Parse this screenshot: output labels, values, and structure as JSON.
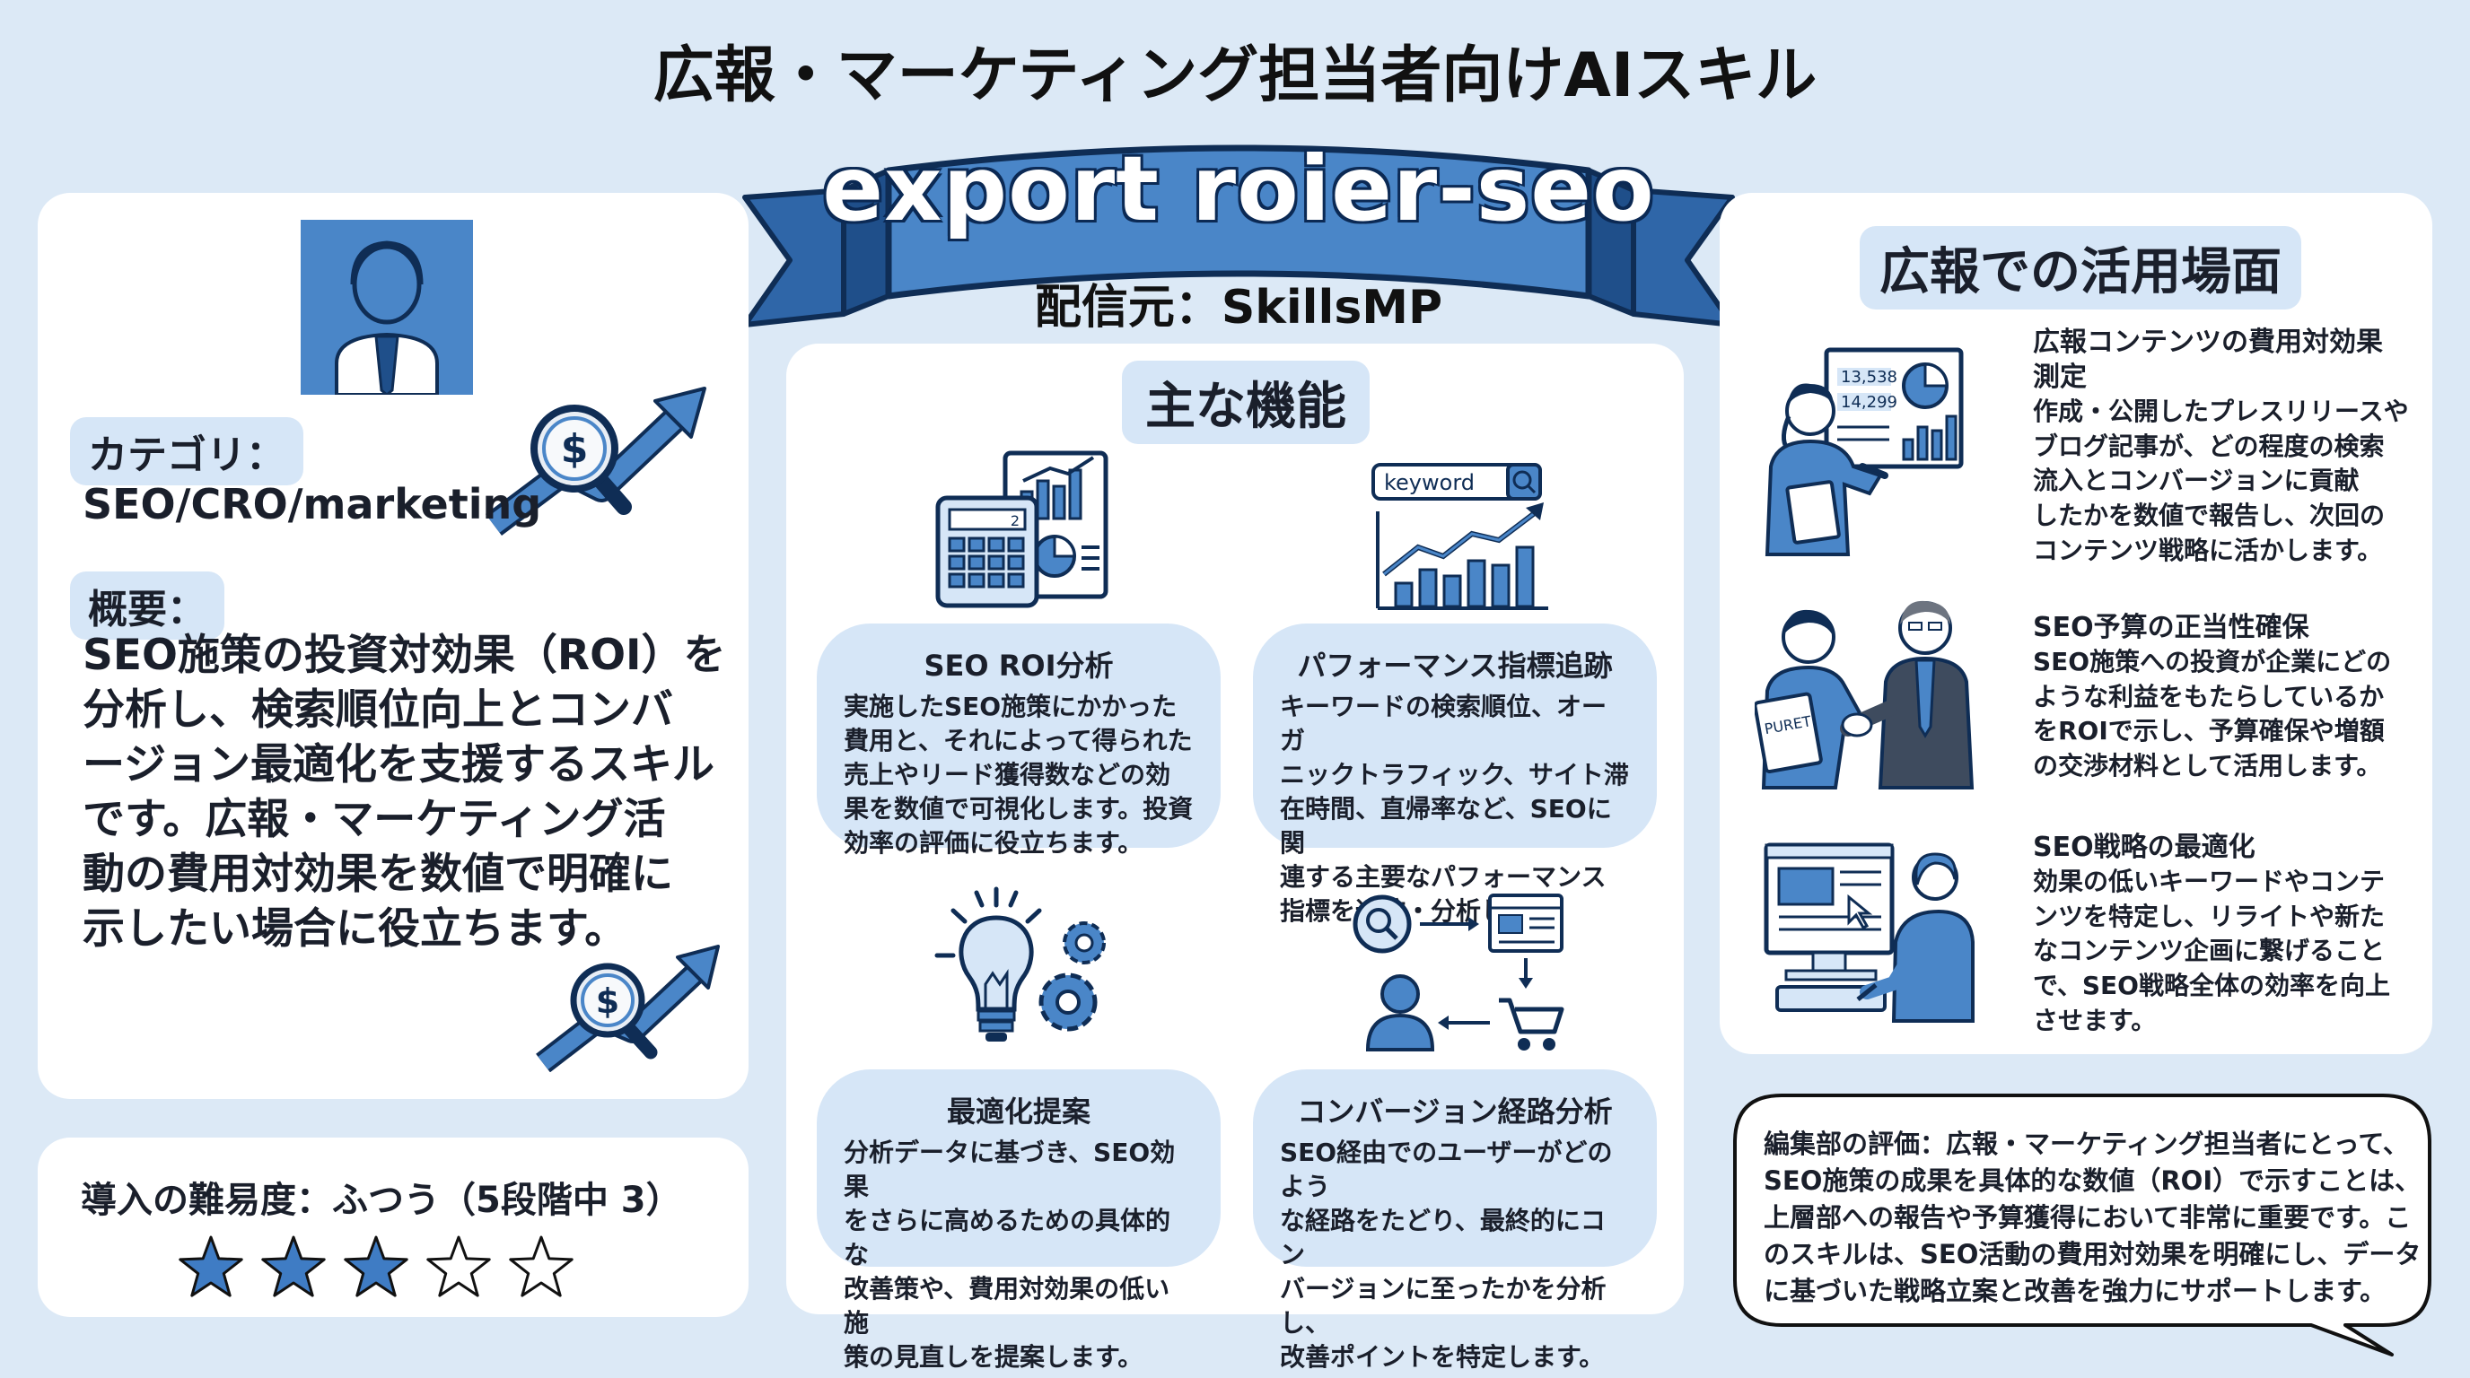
{
  "header": {
    "title": "広報・マーケティング担当者向けAIスキル",
    "skill_name": "export roier-seo",
    "source": "配信元：SkillsMP"
  },
  "left": {
    "category_label": "カテゴリ：",
    "category_value": "SEO/CRO/marketing",
    "summary_label": "概要：",
    "summary_lines": [
      "SEO施策の投資対効果（ROI）を",
      "分析し、検索順位向上とコンバ",
      "ージョン最適化を支援するスキル",
      "です。広報・マーケティング活",
      "動の費用対効果を数値で明確に",
      "示したい場合に役立ちます。"
    ],
    "difficulty_text": "導入の難易度：ふつう（5段階中 3）",
    "rating": {
      "value": 3,
      "max": 5
    },
    "icons": [
      "user-avatar-icon",
      "dollar-magnifier-chart-icon"
    ]
  },
  "features": {
    "title": "主な機能",
    "items": [
      {
        "title": "SEO ROI分析",
        "lines": [
          "実施したSEO施策にかかった",
          "費用と、それによって得られた",
          "売上やリード獲得数などの効",
          "果を数値で可視化します。投資",
          "効率の評価に役立ちます。"
        ],
        "icon": "calculator-report-icon",
        "icon_text": "2"
      },
      {
        "title": "パフォーマンス指標追跡",
        "lines": [
          "キーワードの検索順位、オーガ",
          "ニックトラフィック、サイト滞",
          "在時間、直帰率など、SEOに関",
          "連する主要なパフォーマンス",
          "指標を追跡・分析します。"
        ],
        "icon": "keyword-search-chart-icon",
        "icon_text": "keyword"
      },
      {
        "title": "最適化提案",
        "lines": [
          "分析データに基づき、SEO効果",
          "をさらに高めるための具体的な",
          "改善策や、費用対効果の低い施",
          "策の見直しを提案します。"
        ],
        "icon": "lightbulb-gears-icon"
      },
      {
        "title": "コンバージョン経路分析",
        "lines": [
          "SEO経由でのユーザーがどのよう",
          "な経路をたどり、最終的にコン",
          "バージョンに至ったかを分析し、",
          "改善ポイントを特定します。"
        ],
        "icon": "conversion-path-icon"
      }
    ]
  },
  "usage": {
    "title": "広報での活用場面",
    "items": [
      {
        "title_lines": [
          "広報コンテンツの費用対効果",
          "測定"
        ],
        "lines": [
          "作成・公開したプレスリリースや",
          "ブログ記事が、どの程度の検索",
          "流入とコンバージョンに貢献",
          "したかを数値で報告し、次回の",
          "コンテンツ戦略に活かします。"
        ],
        "icon": "presenter-chart-icon",
        "figure_numbers": [
          "13,538",
          "14,299"
        ]
      },
      {
        "title_lines": [
          "SEO予算の正当性確保"
        ],
        "lines": [
          "SEO施策への投資が企業にどの",
          "ような利益をもたらしているか",
          "をROIで示し、予算確保や増額",
          "の交渉材料として活用します。"
        ],
        "icon": "handshake-icon",
        "figure_text": "PURET"
      },
      {
        "title_lines": [
          "SEO戦略の最適化"
        ],
        "lines": [
          "効果の低いキーワードやコンテ",
          "ンツを特定し、リライトや新た",
          "なコンテンツ企画に繋げること",
          "で、SEO戦略全体の効率を向上",
          "させます。"
        ],
        "icon": "computer-worker-icon"
      }
    ]
  },
  "review": {
    "lines": [
      "編集部の評価：広報・マーケティング担当者にとって、",
      "SEO施策の成果を具体的な数値（ROI）で示すことは、",
      "上層部への報告や予算獲得において非常に重要です。こ",
      "のスキルは、SEO活動の費用対効果を明確にし、データ",
      "に基づいた戦略立案と改善を強力にサポートします。"
    ]
  },
  "colors": {
    "background": "#dce9f6",
    "accent_blue": "#3f7cc4",
    "highlight": "#d6e6f7",
    "icon_blue": "#4a86c8",
    "star_fill": "#3f7cc4"
  }
}
